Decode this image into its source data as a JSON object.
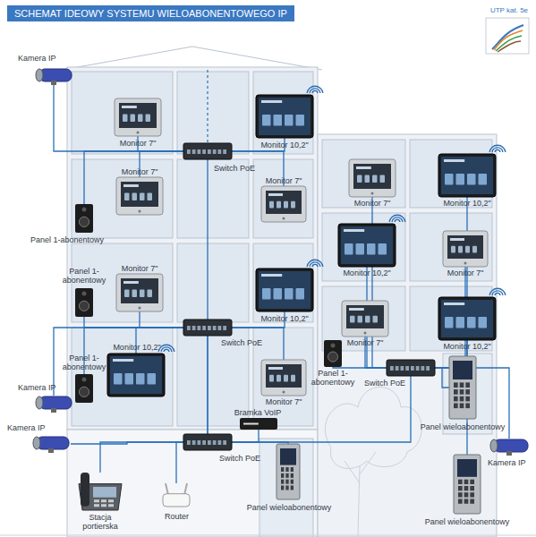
{
  "diagram": {
    "title": "SCHEMAT IDEOWY SYSTEMU WIELOABONENTOWEGO IP",
    "nodes": [
      {
        "text": [
          "Kamera IP"
        ]
      },
      {
        "text": [
          "Monitor 7\""
        ]
      },
      {
        "text": [
          "Monitor 10,2\""
        ]
      },
      {
        "text": [
          "Switch PoE"
        ]
      },
      {
        "text": [
          "Panel 1-abonentowy"
        ]
      },
      {
        "text": [
          "Monitor 7\""
        ]
      },
      {
        "text": [
          "Monitor 7\""
        ]
      },
      {
        "text": [
          "Panel 1-abonentowy"
        ]
      },
      {
        "text": [
          "Monitor 7\""
        ]
      },
      {
        "text": [
          "Monitor 10,2\""
        ]
      },
      {
        "text": [
          "Switch PoE"
        ]
      },
      {
        "text": [
          "Panel 1-abonentowy"
        ]
      },
      {
        "text": [
          "Monitor 10,2\""
        ]
      },
      {
        "text": [
          "Monitor 7\""
        ]
      },
      {
        "text": [
          "Kamera IP"
        ]
      },
      {
        "text": [
          "Bramka VoIP"
        ]
      },
      {
        "text": [
          "Kamera IP"
        ]
      },
      {
        "text": [
          "Switch PoE"
        ]
      },
      {
        "text": [
          "Stacja portierska"
        ]
      },
      {
        "text": [
          "Router"
        ]
      },
      {
        "text": [
          "Panel wieloabonentowy"
        ]
      },
      {
        "text": [
          "Monitor 7\""
        ]
      },
      {
        "text": [
          "Monitor 10,2\""
        ]
      },
      {
        "text": [
          "Monitor 10,2\""
        ]
      },
      {
        "text": [
          "Monitor 7\""
        ]
      },
      {
        "text": [
          "Monitor 7\""
        ]
      },
      {
        "text": [
          "Monitor 10,2\""
        ]
      },
      {
        "text": [
          "Panel 1-abonentowy"
        ]
      },
      {
        "text": [
          "Switch PoE"
        ]
      },
      {
        "text": [
          "Panel wieloabonentowy"
        ]
      },
      {
        "text": [
          "Kamera IP"
        ]
      },
      {
        "text": [
          "Panel wieloabonentowy"
        ]
      }
    ],
    "edges": [
      {
        "from": 3,
        "to": 0,
        "arrow": "none"
      },
      {
        "from": 3,
        "to": 1,
        "arrow": "none"
      },
      {
        "from": 3,
        "to": 2,
        "arrow": "none"
      },
      {
        "from": 3,
        "to": 4,
        "arrow": "none"
      },
      {
        "from": 3,
        "to": 5,
        "arrow": "none"
      },
      {
        "from": 3,
        "to": 6,
        "arrow": "none"
      },
      {
        "from": 10,
        "to": 7,
        "arrow": "none"
      },
      {
        "from": 10,
        "to": 8,
        "arrow": "none"
      },
      {
        "from": 10,
        "to": 9,
        "arrow": "none"
      },
      {
        "from": 10,
        "to": 11,
        "arrow": "none"
      },
      {
        "from": 10,
        "to": 12,
        "arrow": "none"
      },
      {
        "from": 10,
        "to": 13,
        "arrow": "none"
      },
      {
        "from": 10,
        "to": 14,
        "arrow": "none"
      },
      {
        "from": 17,
        "to": 3,
        "arrow": "none"
      },
      {
        "from": 17,
        "to": 10,
        "arrow": "none"
      },
      {
        "from": 17,
        "to": 15,
        "arrow": "none"
      },
      {
        "from": 17,
        "to": 16,
        "arrow": "none"
      },
      {
        "from": 17,
        "to": 18,
        "arrow": "none"
      },
      {
        "from": 17,
        "to": 19,
        "arrow": "none"
      },
      {
        "from": 17,
        "to": 20,
        "arrow": "none"
      },
      {
        "from": 17,
        "to": 28,
        "arrow": "none"
      },
      {
        "from": 28,
        "to": 21,
        "arrow": "none"
      },
      {
        "from": 28,
        "to": 22,
        "arrow": "none"
      },
      {
        "from": 28,
        "to": 23,
        "arrow": "none"
      },
      {
        "from": 28,
        "to": 24,
        "arrow": "none"
      },
      {
        "from": 28,
        "to": 25,
        "arrow": "none"
      },
      {
        "from": 28,
        "to": 26,
        "arrow": "none"
      },
      {
        "from": 28,
        "to": 27,
        "arrow": "none"
      },
      {
        "from": 28,
        "to": 29,
        "arrow": "none"
      },
      {
        "from": 28,
        "to": 30,
        "arrow": "none"
      },
      {
        "from": 28,
        "to": 31,
        "arrow": "none"
      }
    ],
    "labels": [
      "UTP kat. 5e"
    ]
  }
}
